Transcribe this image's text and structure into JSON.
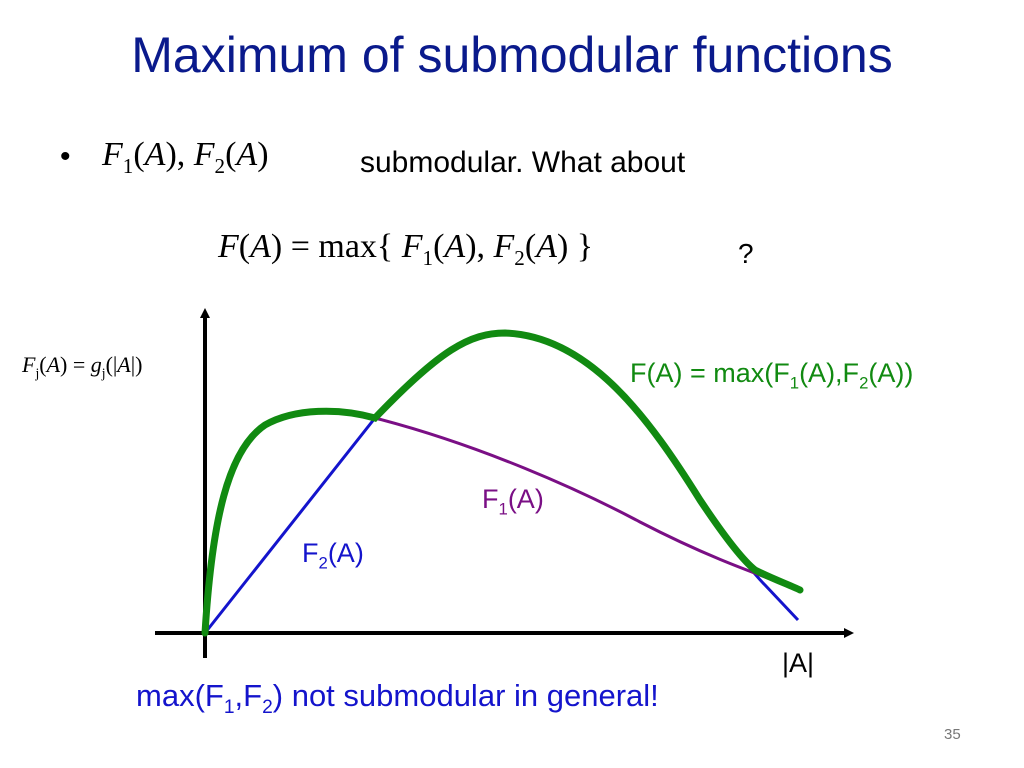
{
  "slide": {
    "title": "Maximum of submodular functions",
    "bullet_symbol": "•",
    "bullet_text": "submodular.    What about",
    "question_mark": "?",
    "page_number": "35"
  },
  "labels": {
    "y_axis": "F_j(A) = g_j(|A|)",
    "x_axis": "|A|",
    "max_curve": {
      "pre": "F(A) = max(F",
      "s1": "1",
      "mid": "(A),F",
      "s2": "2",
      "post": "(A))"
    },
    "f1_curve": {
      "pre": "F",
      "sub": "1",
      "post": "(A)"
    },
    "f2_curve": {
      "pre": "F",
      "sub": "2",
      "post": "(A)"
    },
    "caption": {
      "pre": "max(F",
      "s1": "1",
      "mid": ",F",
      "s2": "2",
      "post": ") not submodular in general!"
    }
  },
  "colors": {
    "title": "#0a1a8c",
    "max_curve": "#118a11",
    "f1_curve": "#7a0f85",
    "f2_curve": "#1414cc",
    "caption": "#1414cc"
  }
}
